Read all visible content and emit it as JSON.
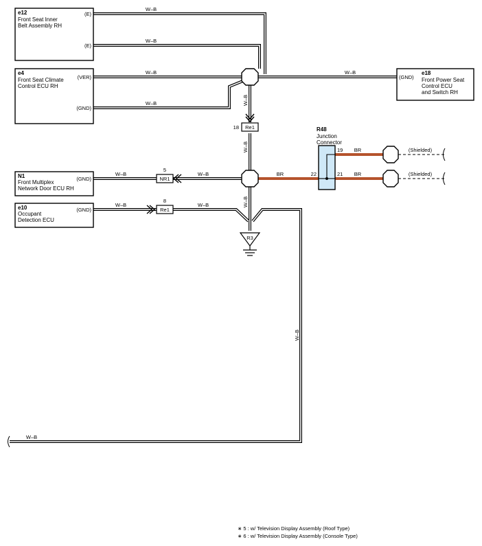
{
  "components": {
    "e12": {
      "code": "e12",
      "name_lines": [
        "Front Seat Inner",
        "Belt Assembly RH"
      ],
      "pins": [
        "(E)",
        "(E)"
      ]
    },
    "e4": {
      "code": "e4",
      "name_lines": [
        "Front Seat Climate",
        "Control ECU RH"
      ],
      "pins": [
        "(VER)",
        "(GND)"
      ]
    },
    "e18": {
      "code": "e18",
      "name_lines": [
        "Front Power Seat",
        "Control ECU",
        "and Switch RH"
      ],
      "pins": [
        "(GND)"
      ]
    },
    "N1": {
      "code": "N1",
      "name_lines": [
        "Front Multiplex",
        "Network Door ECU RH"
      ],
      "pins": [
        "(GND)"
      ]
    },
    "e10": {
      "code": "e10",
      "name_lines": [
        "Occupant",
        "Detection ECU"
      ],
      "pins": [
        "(GND)"
      ]
    }
  },
  "connectors": {
    "re1_upper": {
      "label": "Re1",
      "pin": "18"
    },
    "nr1": {
      "label": "NR1",
      "pin": "5"
    },
    "re1_lower": {
      "label": "Re1",
      "pin": "8"
    }
  },
  "junction": {
    "code": "R48",
    "name_lines": [
      "Junction",
      "Connector"
    ],
    "pins": [
      "19",
      "21",
      "22"
    ],
    "color": "#cfe8f7"
  },
  "ground": {
    "label": "R3"
  },
  "wire_colors": {
    "wb": "W–B",
    "br": "BR"
  },
  "colors": {
    "br_wire": "#b5532c",
    "wb_wire": "#000000"
  },
  "shielded": [
    "(Shielded)",
    "(Shielded)"
  ],
  "notes": [
    "∗ 5 : w/ Television Display Assembly (Roof Type)",
    "∗ 6 : w/ Television Display Assembly (Console Type)"
  ]
}
